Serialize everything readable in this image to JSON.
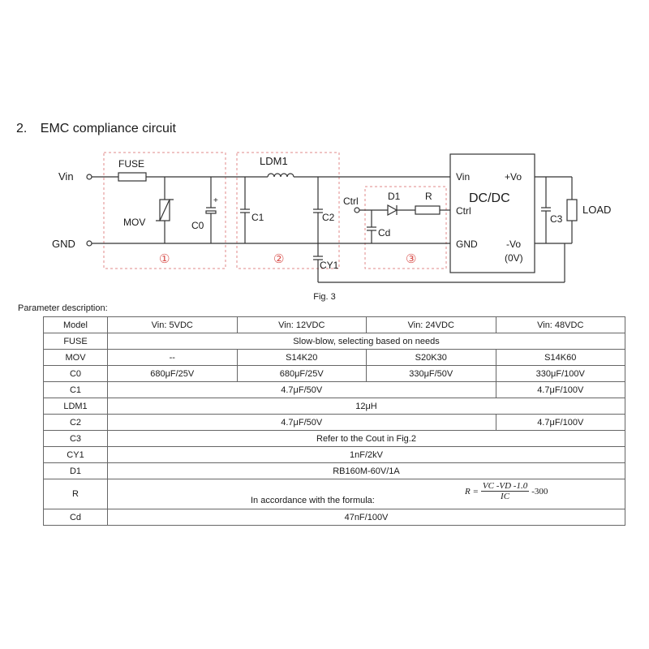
{
  "section": {
    "number": "2.",
    "title": "EMC compliance circuit"
  },
  "circuit": {
    "labels": {
      "vin_left": "Vin",
      "gnd_left": "GND",
      "fuse": "FUSE",
      "mov": "MOV",
      "c0": "C0",
      "c0_plus": "+",
      "ldm1": "LDM1",
      "c1": "C1",
      "c2": "C2",
      "cy1": "CY1",
      "ctrl_left": "Ctrl",
      "d1": "D1",
      "r": "R",
      "cd": "Cd",
      "module": "DC/DC",
      "mod_vin": "Vin",
      "mod_ctrl": "Ctrl",
      "mod_gnd": "GND",
      "mod_vo_plus": "+Vo",
      "mod_vo_minus": "-Vo",
      "mod_0v": "(0V)",
      "c3": "C3",
      "load": "LOAD",
      "block1": "①",
      "block2": "②",
      "block3": "③"
    },
    "colors": {
      "wire": "#333333",
      "dashed_box": "#e08a8a",
      "block_number": "#d9534f"
    }
  },
  "fig_caption": "Fig. 3",
  "param_title": "Parameter description:",
  "table": {
    "header": {
      "model": "Model",
      "v5": "Vin: 5VDC",
      "v12": "Vin: 12VDC",
      "v24": "Vin: 24VDC",
      "v48": "Vin: 48VDC"
    },
    "fuse": {
      "label": "FUSE",
      "value": "Slow-blow, selecting based on needs"
    },
    "mov": {
      "label": "MOV",
      "v5": "--",
      "v12": "S14K20",
      "v24": "S20K30",
      "v48": "S14K60"
    },
    "c0": {
      "label": "C0",
      "v5": "680μF/25V",
      "v12": "680μF/25V",
      "v24": "330μF/50V",
      "v48": "330μF/100V"
    },
    "c1": {
      "label": "C1",
      "low": "4.7μF/50V",
      "v48": "4.7μF/100V"
    },
    "ldm1": {
      "label": "LDM1",
      "value": "12μH"
    },
    "c2": {
      "label": "C2",
      "low": "4.7μF/50V",
      "v48": "4.7μF/100V"
    },
    "c3": {
      "label": "C3",
      "value": "Refer to the Cout in Fig.2"
    },
    "cy1": {
      "label": "CY1",
      "value": "1nF/2kV"
    },
    "d1": {
      "label": "D1",
      "value": "RB160M-60V/1A"
    },
    "r": {
      "label": "R",
      "prefix": "In accordance with the formula:",
      "formula": {
        "lhs": "R =",
        "numerator": "VC -VD -1.0",
        "denominator": "IC",
        "tail": "-300"
      }
    },
    "cd": {
      "label": "Cd",
      "value": "47nF/100V"
    }
  }
}
